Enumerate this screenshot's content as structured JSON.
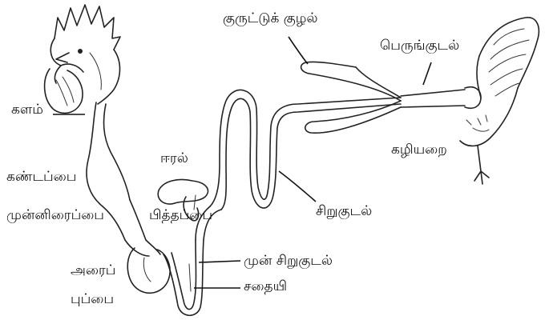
{
  "labels": {
    "kalam": "களம்",
    "kandappai": "கண்டப்பை",
    "munniraippai": "முன்னிரைப்பை",
    "araippuppai_line1": "அரைப்",
    "araippuppai_line2": "புப்பை",
    "eeral": "ஈரல்",
    "piththappai": "பித்தப்பை",
    "mun_sirukudal": "முன் சிறுகுடல்",
    "sathaiyi": "சதையி",
    "sirukudal": "சிறுகுடல்",
    "kuruttuk_kuzhal": "குருட்டுக் குழல்",
    "perungudal": "பெருங்குடல்",
    "kazhiyarai": "கழியறை"
  }
}
